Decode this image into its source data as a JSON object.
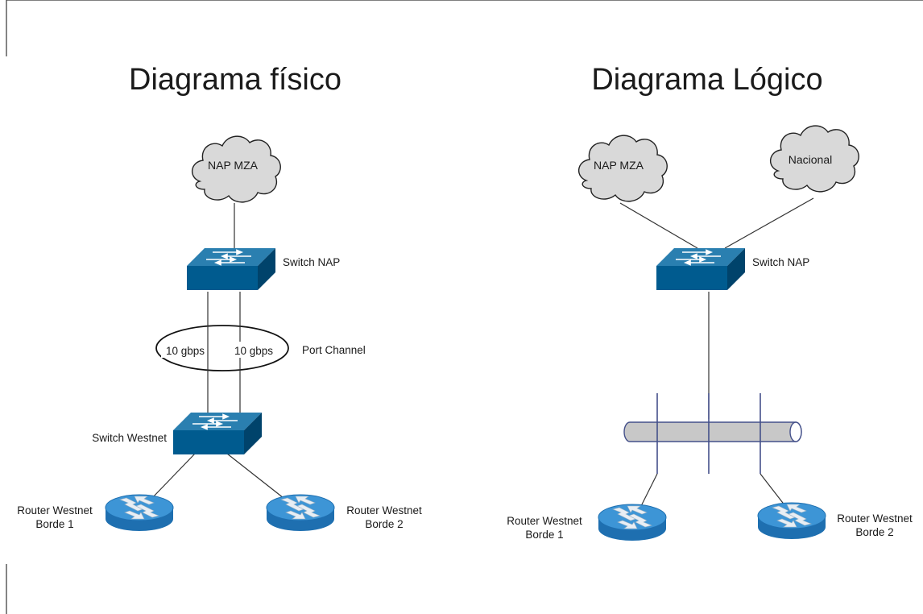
{
  "colors": {
    "device_top": "#2a7fb0",
    "device_front": "#005b8f",
    "device_side": "#00436b",
    "cloud_fill": "#d9d9d9",
    "bus_fill": "#c8c8c8",
    "router_fill": "#3d95d6"
  },
  "icons": {
    "cloud": "cloud-icon",
    "switch": "switch-icon",
    "router": "router-icon",
    "bus": "bus-icon"
  },
  "physical": {
    "title": "Diagrama físico",
    "cloud": "NAP MZA",
    "switch_top": "Switch NAP",
    "link_a": "10 gbps",
    "link_b": "10 gbps",
    "port_channel": "Port Channel",
    "switch_bottom": "Switch Westnet",
    "router1": [
      "Router Westnet",
      "Borde 1"
    ],
    "router2": [
      "Router Westnet",
      "Borde 2"
    ]
  },
  "logical": {
    "title": "Diagrama Lógico",
    "cloud1": "NAP MZA",
    "cloud2": "Nacional",
    "switch": "Switch NAP",
    "router1": [
      "Router Westnet",
      "Borde 1"
    ],
    "router2": [
      "Router Westnet",
      "Borde 2"
    ]
  }
}
